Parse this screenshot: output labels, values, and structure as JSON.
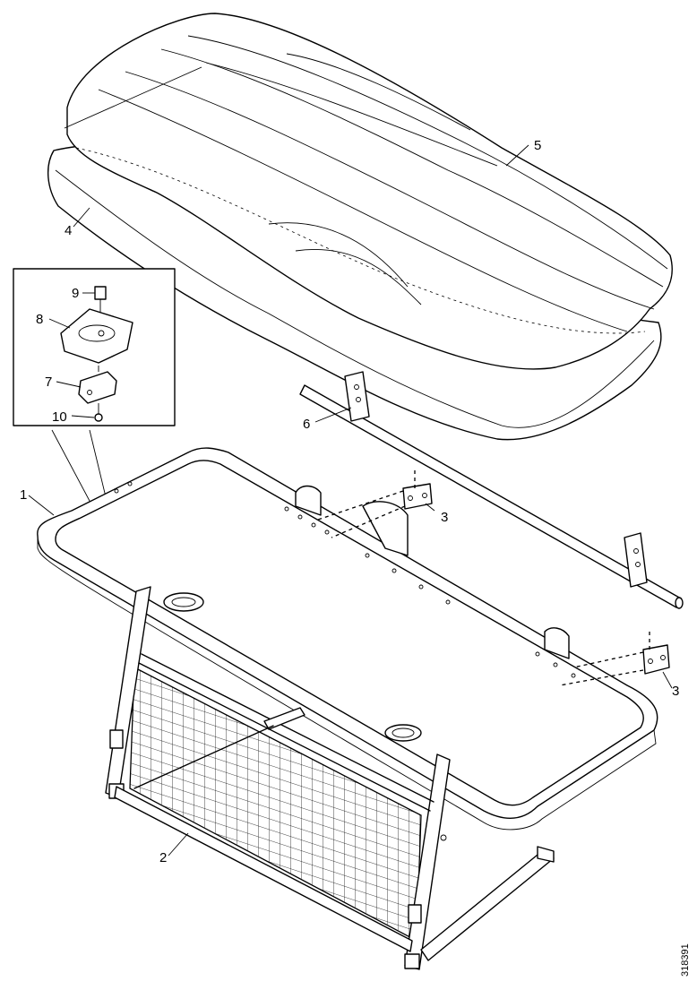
{
  "diagram": {
    "callouts": [
      {
        "id": "1",
        "label": "1"
      },
      {
        "id": "2",
        "label": "2"
      },
      {
        "id": "3a",
        "label": "3"
      },
      {
        "id": "3b",
        "label": "3"
      },
      {
        "id": "4",
        "label": "4"
      },
      {
        "id": "5",
        "label": "5"
      },
      {
        "id": "6",
        "label": "6"
      },
      {
        "id": "7",
        "label": "7"
      },
      {
        "id": "8",
        "label": "8"
      },
      {
        "id": "9",
        "label": "9"
      },
      {
        "id": "10",
        "label": "10"
      }
    ],
    "document_number": "318391"
  }
}
